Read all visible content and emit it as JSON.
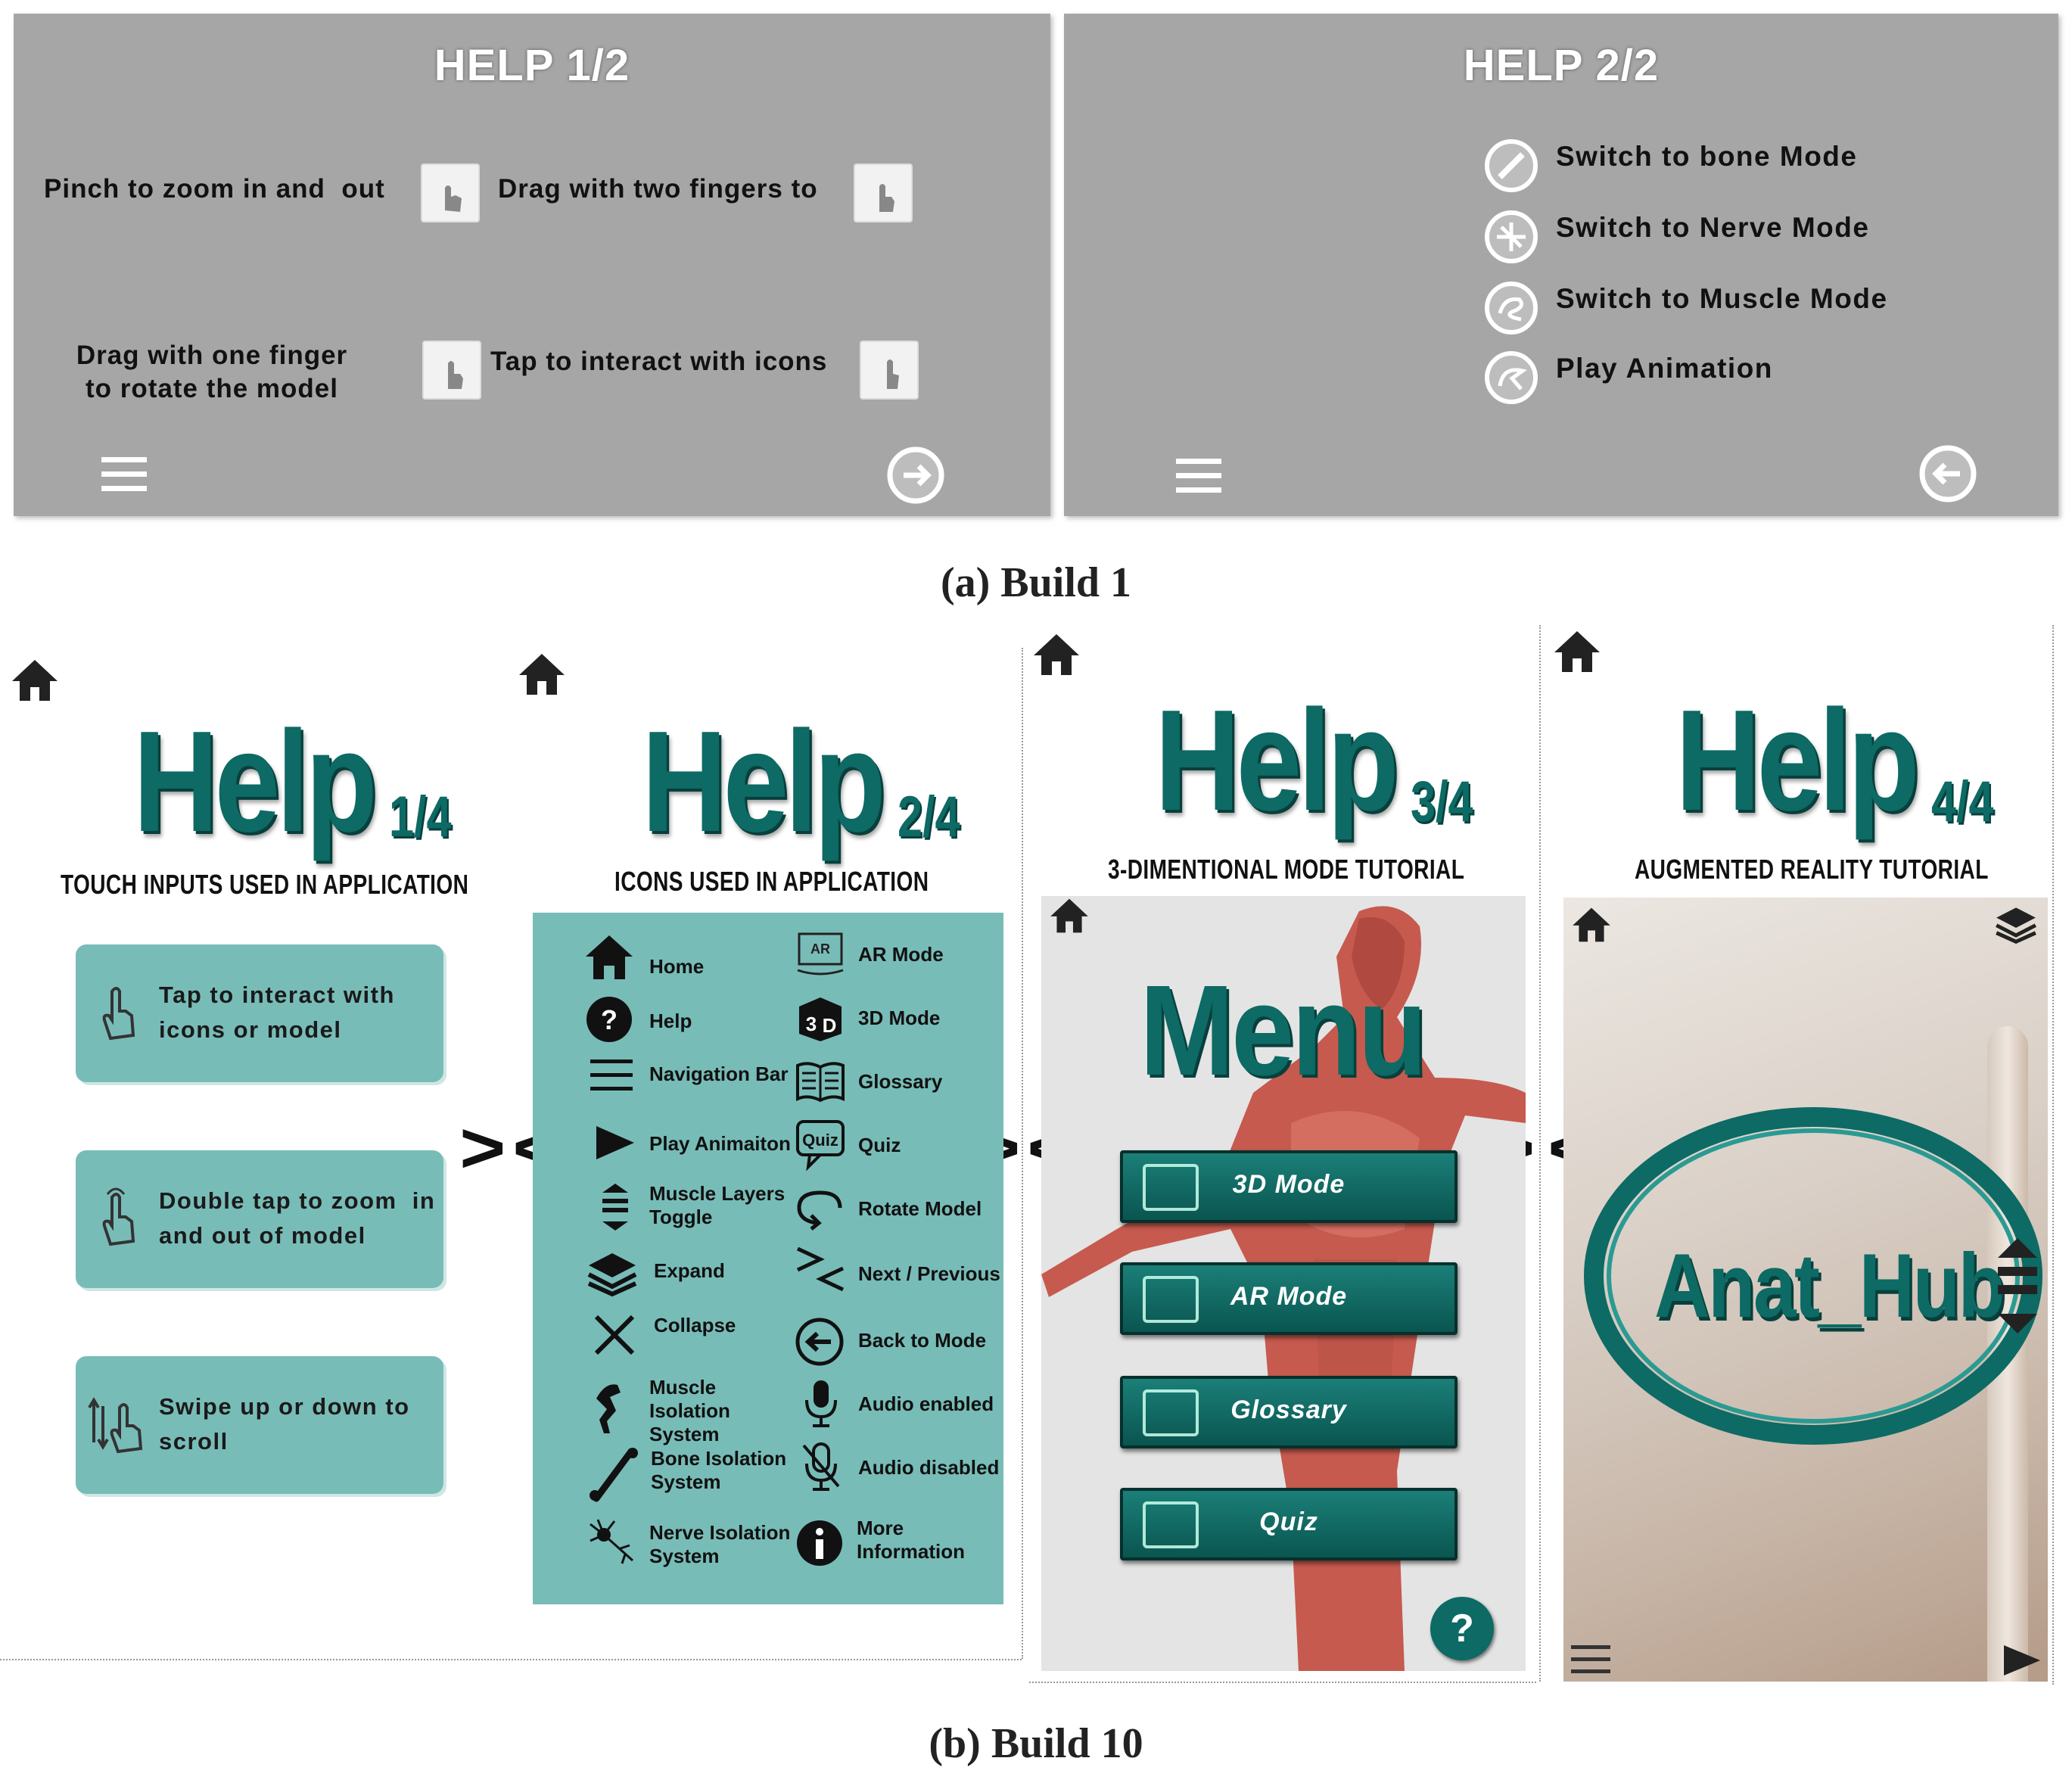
{
  "build1": {
    "caption": "(a) Build 1",
    "panel1": {
      "title": "HELP 1/2",
      "items": [
        {
          "text": "Pinch to zoom in and  out"
        },
        {
          "text": "Drag with two fingers to"
        },
        {
          "text": "Drag with one finger to rotate the model"
        },
        {
          "text": "Tap to interact with icons"
        }
      ]
    },
    "panel2": {
      "title": "HELP 2/2",
      "items": [
        {
          "text": "Switch to bone Mode",
          "icon": "bone-mode-icon"
        },
        {
          "text": "Switch to Nerve Mode",
          "icon": "nerve-mode-icon"
        },
        {
          "text": "Switch to Muscle Mode",
          "icon": "muscle-mode-icon"
        },
        {
          "text": "Play Animation",
          "icon": "play-animation-icon"
        }
      ]
    }
  },
  "build10": {
    "caption": "(b) Build 10",
    "screen1": {
      "title": "Help",
      "fraction": "1/4",
      "subtitle": "TOUCH INPUTS USED IN APPLICATION",
      "cards": [
        {
          "text": "Tap to interact with icons or model",
          "icon": "tap-gesture-icon"
        },
        {
          "text": "Double tap to zoom  in and out of model",
          "icon": "double-tap-gesture-icon"
        },
        {
          "text": "Swipe up or down to scroll",
          "icon": "swipe-gesture-icon"
        }
      ]
    },
    "screen2": {
      "title": "Help",
      "fraction": "2/4",
      "subtitle": "ICONS USED IN APPLICATION",
      "left_icons": [
        "Home",
        "Help",
        "Navigation Bar",
        "Play Animaiton",
        "Muscle Layers Toggle",
        "Expand",
        "Collapse",
        "Muscle Isolation System",
        "Bone Isolation System",
        "Nerve Isolation System"
      ],
      "right_icons": [
        "AR Mode",
        "3D Mode",
        "Glossary",
        "Quiz",
        "Rotate Model",
        "Next / Previous",
        "Back to Mode",
        "Audio enabled",
        "Audio disabled",
        "More Information"
      ]
    },
    "screen3": {
      "title": "Help",
      "fraction": "3/4",
      "subtitle": "3-DIMENTIONAL MODE TUTORIAL",
      "menu_title": "Menu",
      "buttons": [
        "3D Mode",
        "AR Mode",
        "Glossary",
        "Quiz"
      ],
      "help_glyph": "?"
    },
    "screen4": {
      "title": "Help",
      "fraction": "4/4",
      "subtitle": "AUGMENTED REALITY TUTORIAL",
      "ar_logo_text": "Anat_Hub"
    },
    "nav_next": ">",
    "nav_prev": "<"
  },
  "colors": {
    "panel_grey": "#a6a6a6",
    "teal": "#0d6a64",
    "card_teal": "#78bcb8"
  }
}
